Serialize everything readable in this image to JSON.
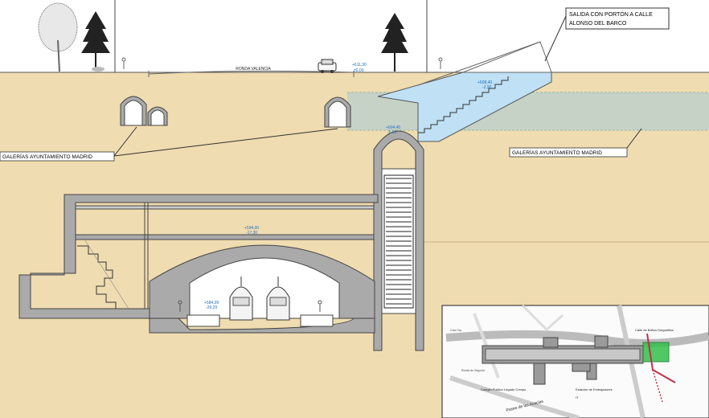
{
  "labels": {
    "exit_note_line1": "SALIDA CON PORTÓN A CALLE",
    "exit_note_line2": "ALONSO DEL BARCO",
    "galleries_left": "GALERÍAS AYUNTAMIENTO MADRID",
    "galleries_right": "GALERÍAS AYUNTAMIENTO MADRID",
    "street_name": "RONDA VALENCIA"
  },
  "levels": {
    "street_abs": "+611,30",
    "street_rel": "±0,00",
    "exit_abs": "+608,40",
    "exit_rel": "-2,90",
    "gallery_abs": "+604,40",
    "gallery_rel": "-6,90",
    "vestibule_abs": "+594,00",
    "vestibule_rel": "-17,30",
    "platform_abs": "+584,39",
    "platform_rel": "-26,29"
  },
  "inset_map": {
    "label_top": "Calle de Baños Delgadillos",
    "label_school": "Colegio Público Legado Crespo",
    "label_station": "Estación de Embajadores",
    "label_street": "Paseo de las Acacias",
    "label_small_1": "Gran Vía",
    "label_small_2": "Ronda de Segovia",
    "label_code": "IT"
  },
  "colors": {
    "soil": "#efdcb0",
    "concrete": "#aaaaaa",
    "water_blue": "#bfe0f5",
    "gallery_band": "#b9cfcf",
    "dim_blue": "#1c6fc0",
    "map_highlight": "#33c04a",
    "map_route": "#c0304a"
  }
}
